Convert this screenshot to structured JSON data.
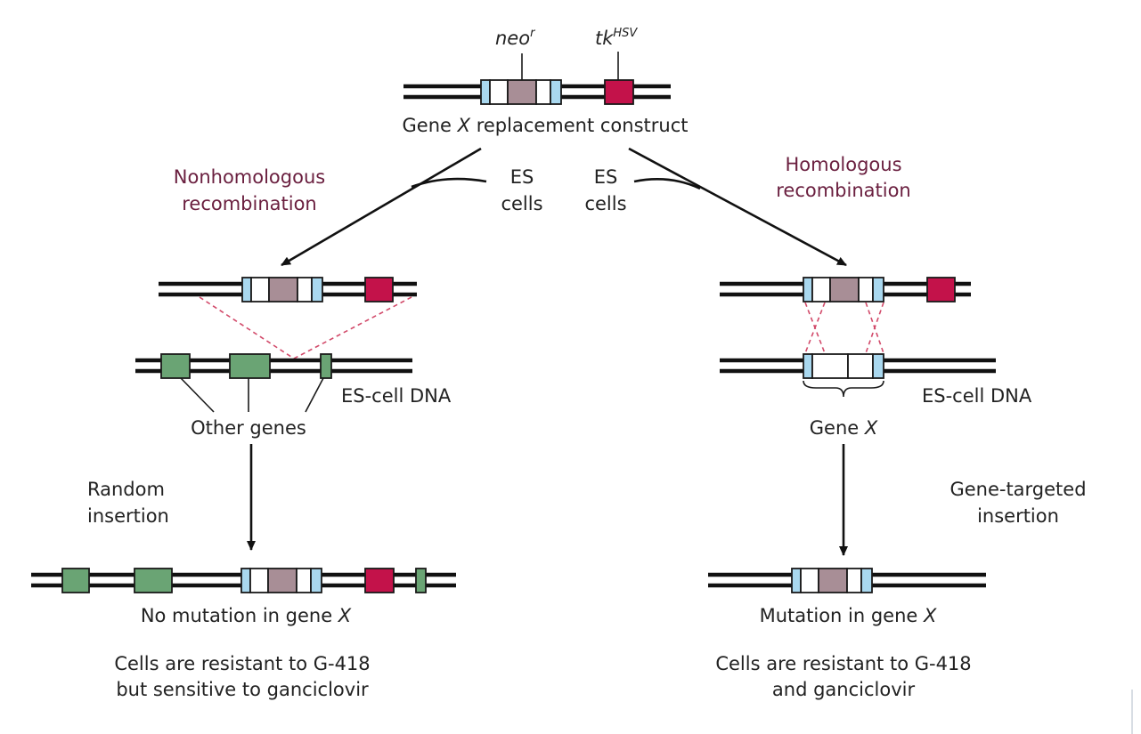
{
  "colors": {
    "homology_arm": "#a9d8ef",
    "white_segment": "#ffffff",
    "neo_gene": "#a88e96",
    "tk_gene": "#c3124a",
    "other_gene": "#6aa474",
    "crossover_line": "#d24a6a",
    "dna_strand": "#111111"
  },
  "construct": {
    "neo_label": "neo",
    "neo_superscript": "r",
    "tk_label": "tk",
    "tk_superscript": "HSV",
    "caption_pre": "Gene ",
    "caption_gene": "X",
    "caption_post": " replacement construct"
  },
  "left_branch": {
    "pathway_line1": "Nonhomologous",
    "pathway_line2": "recombination",
    "cells_line1": "ES",
    "cells_line2": "cells",
    "dna_label": "ES-cell DNA",
    "genes_label": "Other genes",
    "insertion_line1": "Random",
    "insertion_line2": "insertion",
    "result_pre": "No mutation in gene ",
    "result_gene": "X",
    "outcome_line1": "Cells are resistant to G-418",
    "outcome_line2": "but sensitive to ganciclovir"
  },
  "right_branch": {
    "pathway_line1": "Homologous",
    "pathway_line2": "recombination",
    "cells_line1": "ES",
    "cells_line2": "cells",
    "dna_label": "ES-cell DNA",
    "gene_label_pre": "Gene ",
    "gene_label_gene": "X",
    "insertion_line1": "Gene-targeted",
    "insertion_line2": "insertion",
    "result_pre": "Mutation in gene ",
    "result_gene": "X",
    "outcome_line1": "Cells are resistant to G-418",
    "outcome_line2": "and ganciclovir"
  }
}
